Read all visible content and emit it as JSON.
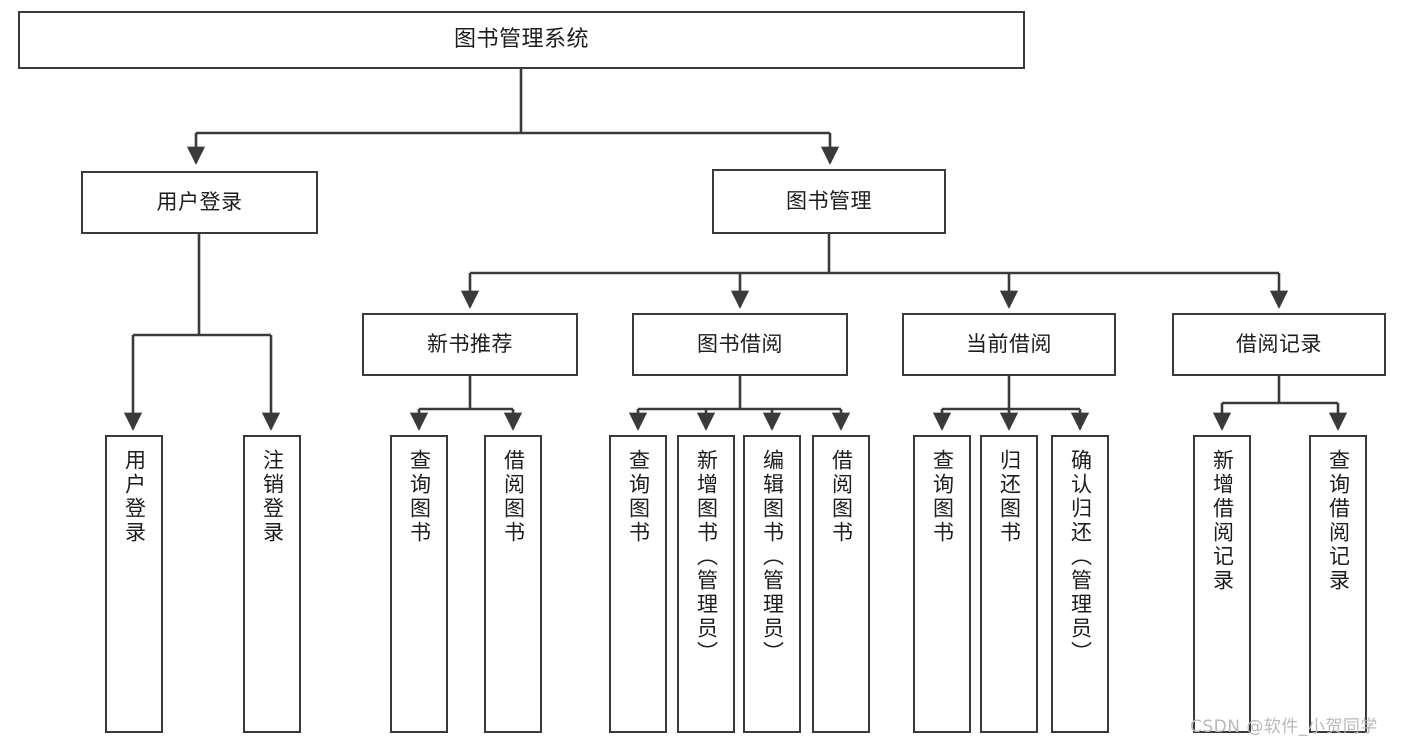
{
  "diagram": {
    "title": "图书管理系统",
    "type": "tree-hierarchy-chart",
    "orientation": "top-down",
    "colors": {
      "box_border": "#3a3a3a",
      "box_fill": "#ffffff",
      "edge": "#3a3a3a",
      "text": "#1d1d1d",
      "watermark": "#b9b9b9",
      "background": "#ffffff"
    }
  },
  "watermark": {
    "text": "CSDN @软件_小贺同学"
  },
  "nodes": {
    "root": {
      "label": "图书管理系统"
    },
    "level2": [
      {
        "label": "用户登录"
      },
      {
        "label": "图书管理"
      }
    ],
    "level3": [
      {
        "label": "新书推荐"
      },
      {
        "label": "图书借阅"
      },
      {
        "label": "当前借阅"
      },
      {
        "label": "借阅记录"
      }
    ],
    "leaves": {
      "user_login": [
        {
          "label": "用户登录"
        },
        {
          "label": "注销登录"
        }
      ],
      "new_book_recommend": [
        {
          "label": "查询图书"
        },
        {
          "label": "借阅图书"
        }
      ],
      "book_borrow": [
        {
          "label": "查询图书"
        },
        {
          "label": "新增图书（管理员）"
        },
        {
          "label": "编辑图书（管理员）"
        },
        {
          "label": "借阅图书"
        }
      ],
      "current_borrow": [
        {
          "label": "查询图书"
        },
        {
          "label": "归还图书"
        },
        {
          "label": "确认归还（管理员）"
        }
      ],
      "borrow_record": [
        {
          "label": "新增借阅记录"
        },
        {
          "label": "查询借阅记录"
        }
      ]
    }
  }
}
